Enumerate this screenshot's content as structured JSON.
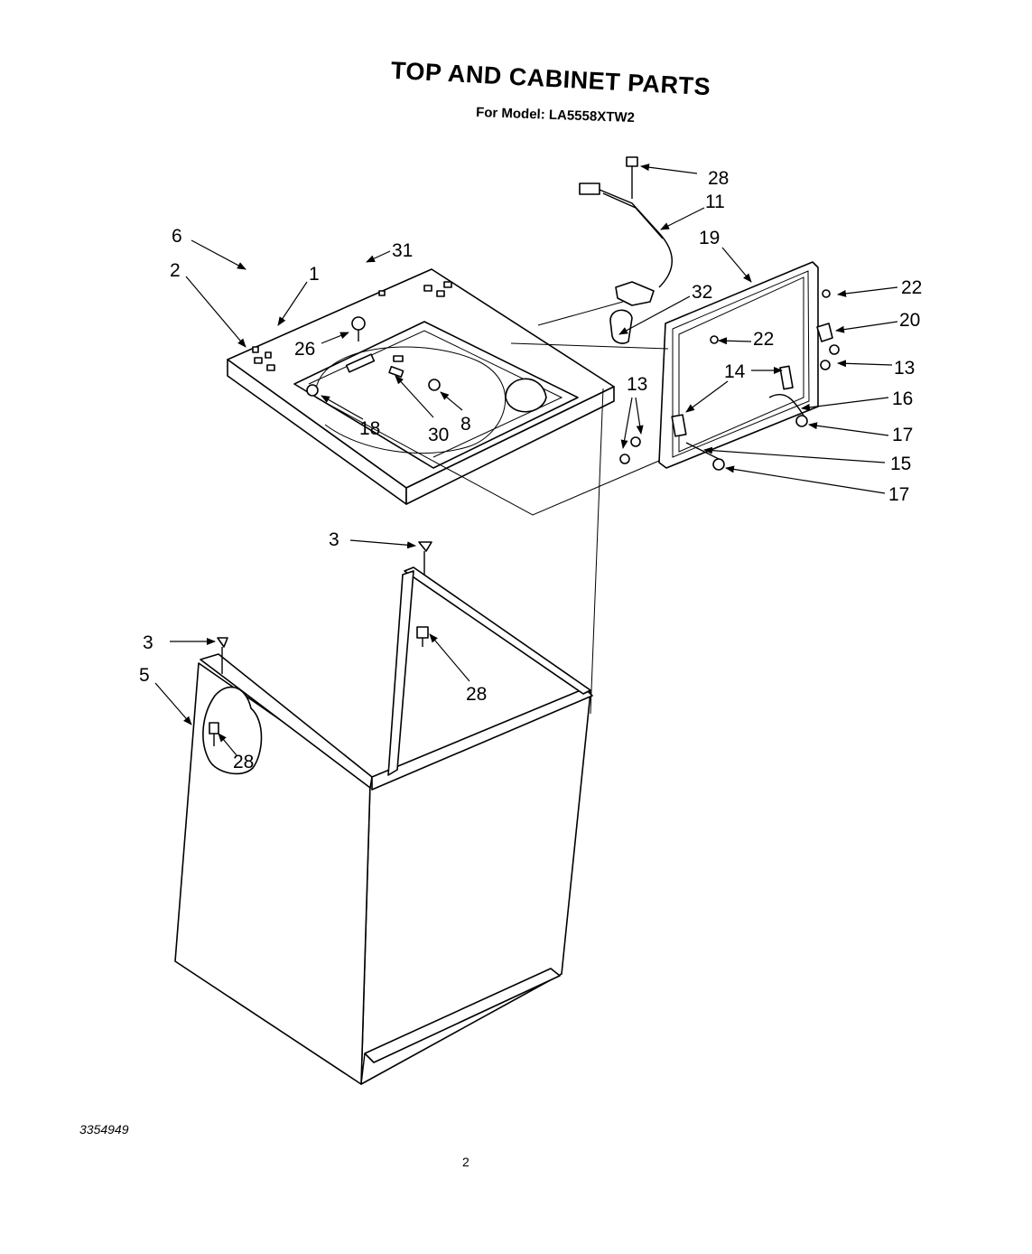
{
  "header": {
    "title": "TOP AND CABINET PARTS",
    "subtitle": "For Model: LA5558XTW2"
  },
  "footer": {
    "doc_number": "3354949",
    "page_number": "2"
  },
  "callouts": {
    "c28a": "28",
    "c11": "11",
    "c19": "19",
    "c6": "6",
    "c31": "31",
    "c2": "2",
    "c1": "1",
    "c32": "32",
    "c22a": "22",
    "c20": "20",
    "c26": "26",
    "c22b": "22",
    "c14": "14",
    "c13a": "13",
    "c13b": "13",
    "c16": "16",
    "c18": "18",
    "c30": "30",
    "c8": "8",
    "c17a": "17",
    "c15": "15",
    "c17b": "17",
    "c3a": "3",
    "c3b": "3",
    "c28b": "28",
    "c5": "5",
    "c28c": "28"
  }
}
